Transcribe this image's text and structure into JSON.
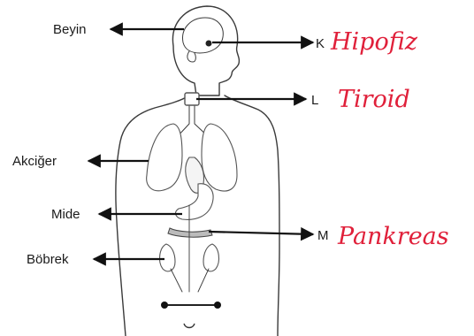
{
  "labels": {
    "brain": "Beyin",
    "lungs": "Akciğer",
    "stomach": "Mide",
    "kidneys": "Böbrek",
    "marker_k": "K",
    "marker_l": "L",
    "marker_m": "M"
  },
  "handwritten": {
    "k": "Hipofiz",
    "l": "Tiroid",
    "m": "Pankreas"
  },
  "colors": {
    "ink": "#111111",
    "handwriting": "#e0203a",
    "figure": "#3a3a3a"
  }
}
